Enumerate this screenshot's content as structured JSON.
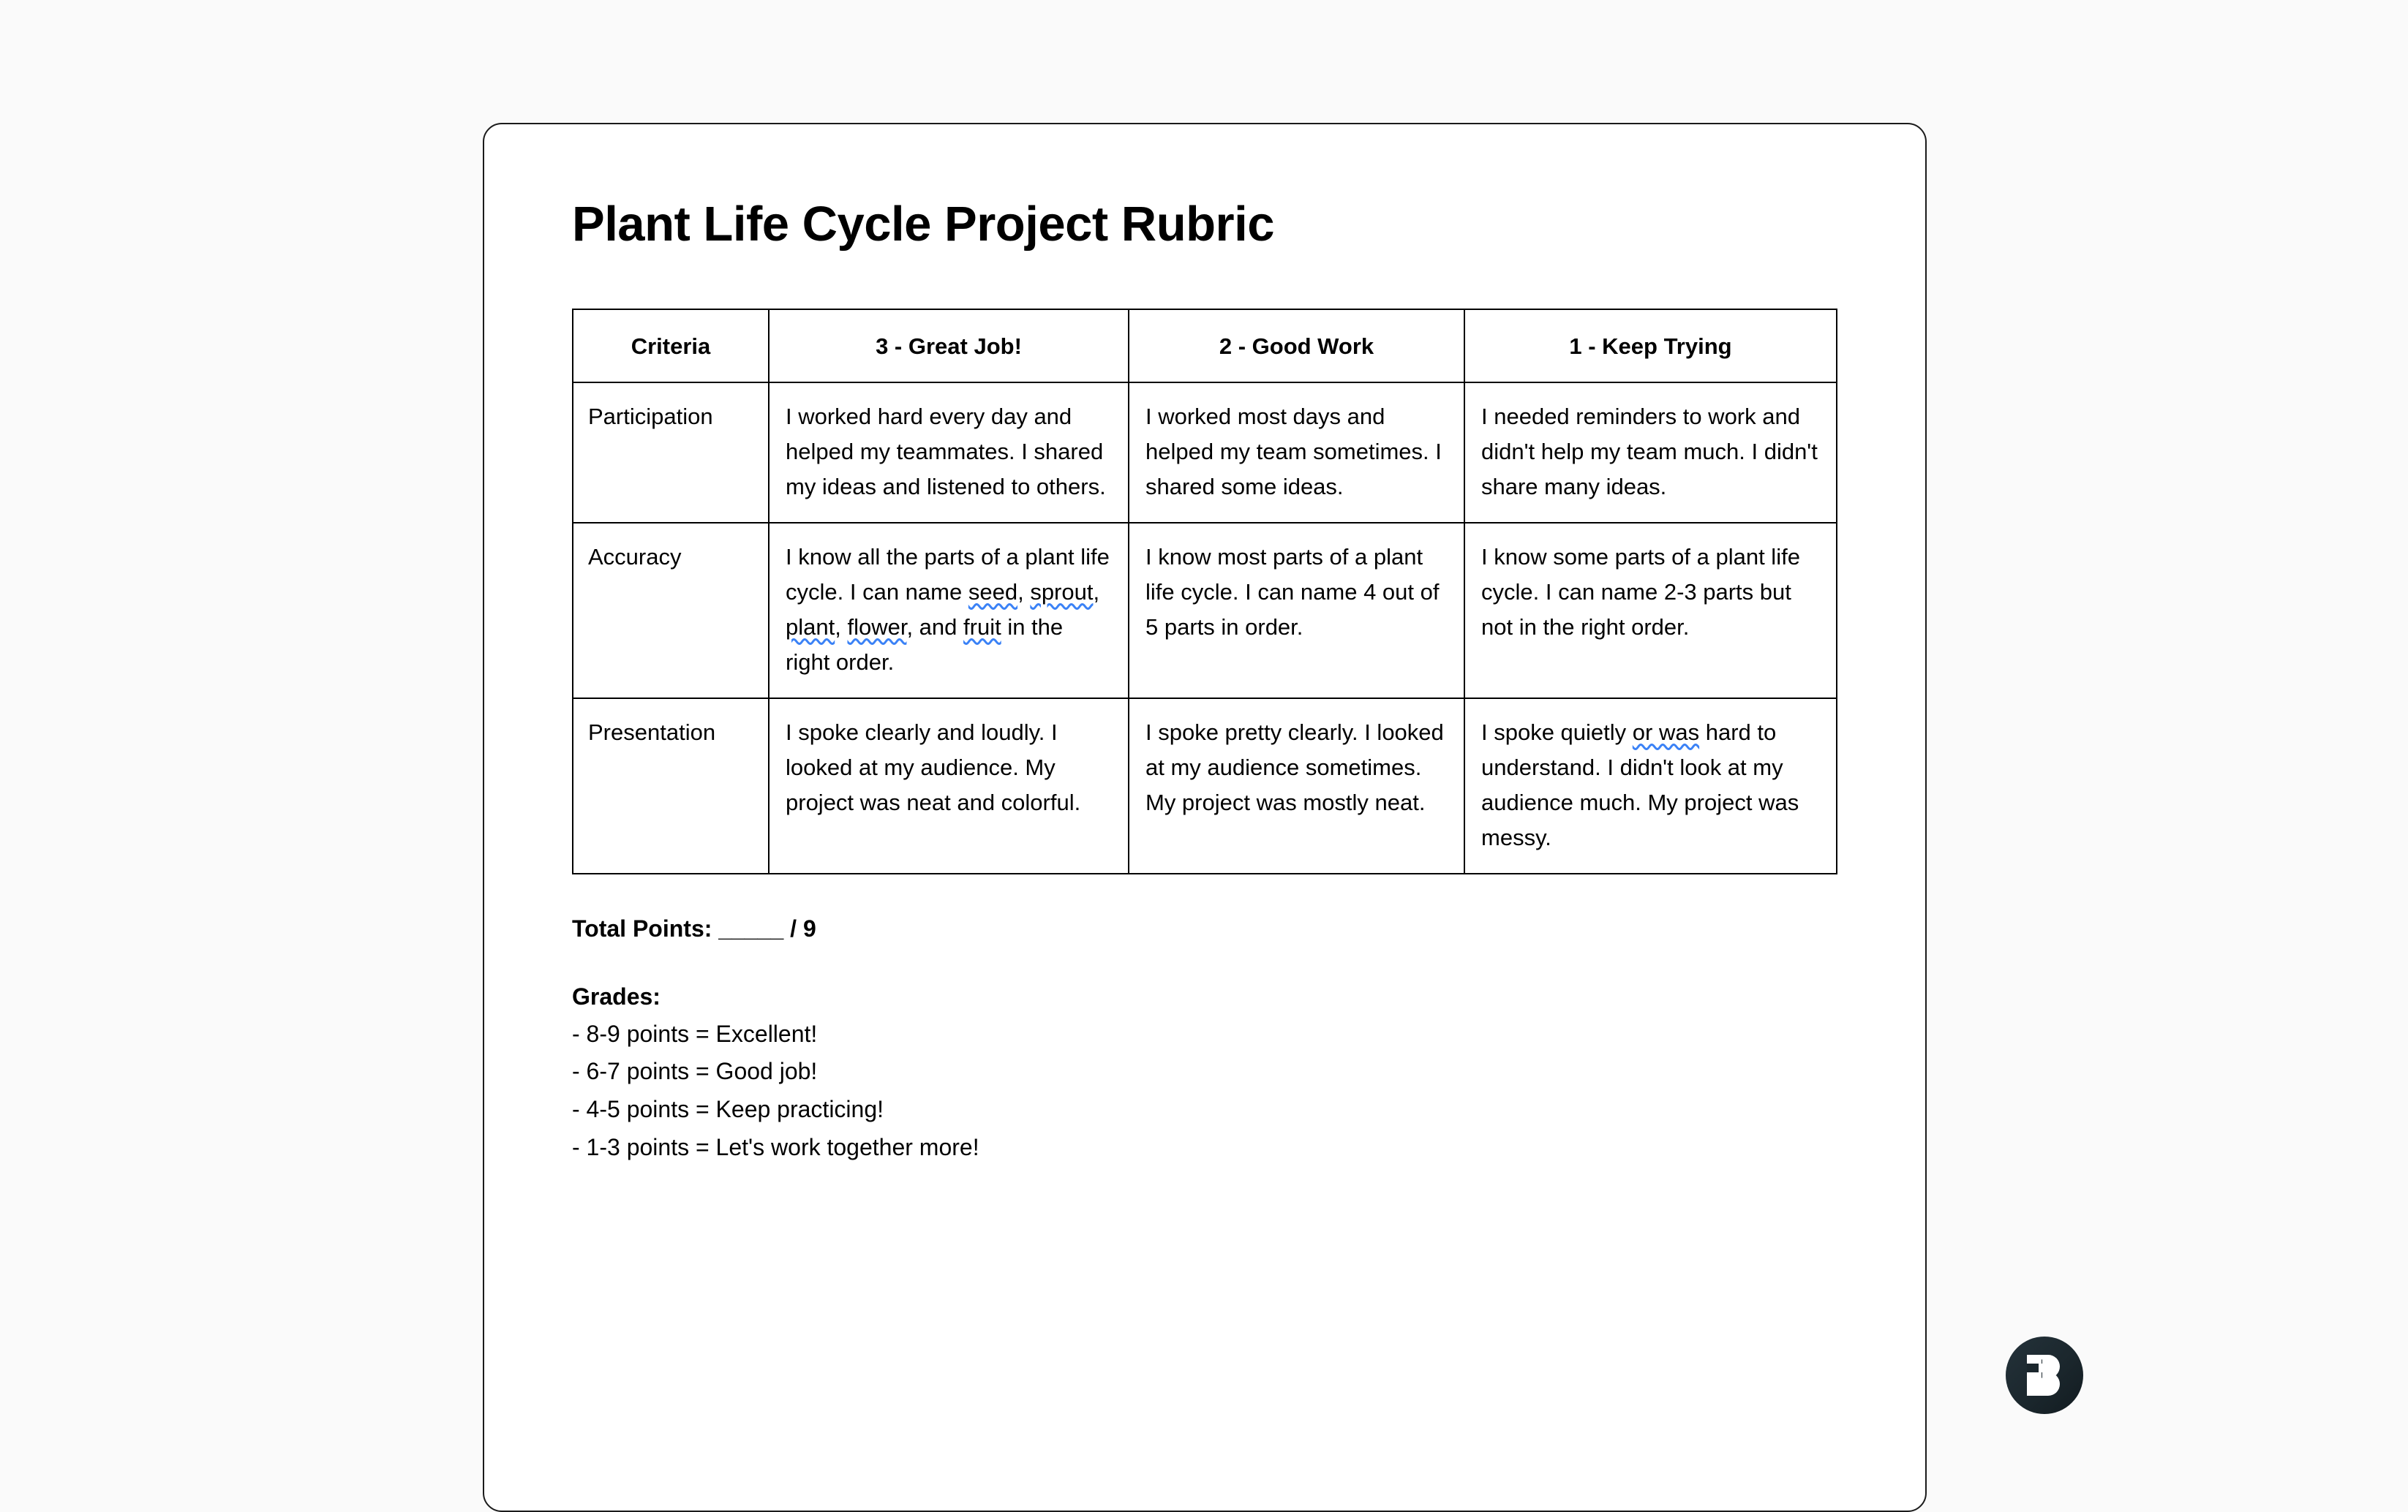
{
  "document": {
    "title": "Plant Life Cycle Project Rubric"
  },
  "rubric": {
    "columns": [
      "Criteria",
      "3 - Great Job!",
      "2 - Good Work",
      "1 - Keep Trying"
    ],
    "rows": [
      {
        "criterion": "Participation",
        "level3": "I worked hard every day and helped my teammates. I shared my ideas and listened to others.",
        "level2": "I worked most days and helped my team sometimes. I shared some ideas.",
        "level1": "I needed reminders to work and didn't help my team much. I didn't share many ideas."
      },
      {
        "criterion": "Accuracy",
        "level3_parts": {
          "before": "I know all the parts of a plant life cycle. I can name ",
          "w1": "seed",
          "sep1": ", ",
          "w2": "sprout",
          "sep2": ", ",
          "w3": "plant",
          "sep3": ", ",
          "w4": "flower",
          "sep4": ", and ",
          "w5": "fruit",
          "after": " in the right order."
        },
        "level2": "I know most parts of a plant life cycle. I can name 4 out of 5 parts in order.",
        "level1": "I know some parts of a plant life cycle. I can name 2-3 parts but not in the right order."
      },
      {
        "criterion": "Presentation",
        "level3": "I spoke clearly and loudly. I looked at my audience. My project was neat and colorful.",
        "level2": "I spoke pretty clearly. I looked at my audience sometimes. My project was mostly neat.",
        "level1_parts": {
          "before": "I spoke quietly ",
          "flagged": "or was",
          "after": " hard to understand. I didn't look at my audience much. My project was messy."
        }
      }
    ]
  },
  "footer": {
    "total_points_label": "Total Points:",
    "total_points_blank": "_____",
    "total_points_max": "/ 9",
    "grades_heading": "Grades:",
    "grade_lines": [
      "- 8-9 points = Excellent!",
      "- 6-7 points = Good job!",
      "- 4-5 points = Keep practicing!",
      "- 1-3 points = Let's work together more!"
    ]
  },
  "brand": {
    "logo_name": "b-arrow-logo",
    "logo_circle_color": "#1e2a31",
    "logo_mark_color": "#ffffff"
  },
  "colors": {
    "page_background": "#fafafa",
    "card_background": "#ffffff",
    "card_border": "#1b1b1b",
    "text": "#000000",
    "spellcheck_underline": "#3b82f6"
  }
}
